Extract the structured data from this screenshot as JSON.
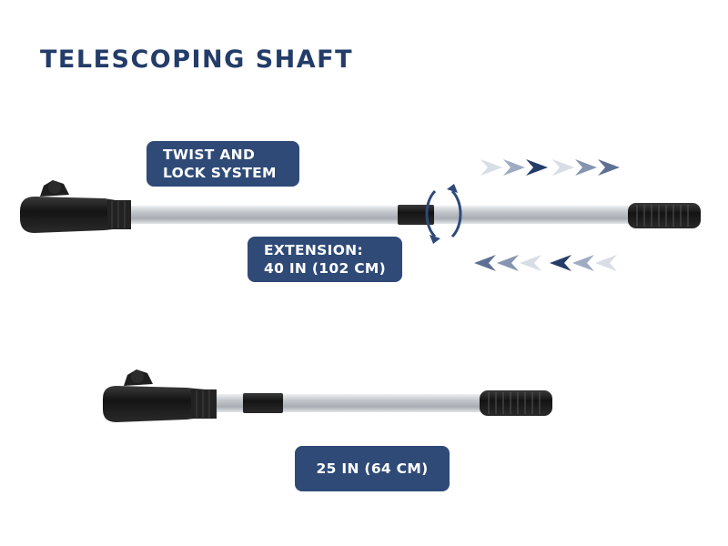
{
  "title": "TELESCOPING SHAFT",
  "labels": {
    "twist_line1": "TWIST AND",
    "twist_line2": "LOCK SYSTEM",
    "extension_line1": "EXTENSION:",
    "extension_line2": "40 IN (102 CM)",
    "retracted": "25 IN (64 CM)"
  },
  "colors": {
    "brand_navy": "#233c68",
    "label_bg": "#2f4a77",
    "label_text": "#ffffff",
    "shaft_silver": "#c9cdd2",
    "handle_black": "#1c1c1c"
  },
  "icons": {
    "rotation": "circular-twist-arrows-icon",
    "extend": "chevron-right-icon",
    "retract": "chevron-left-icon"
  }
}
